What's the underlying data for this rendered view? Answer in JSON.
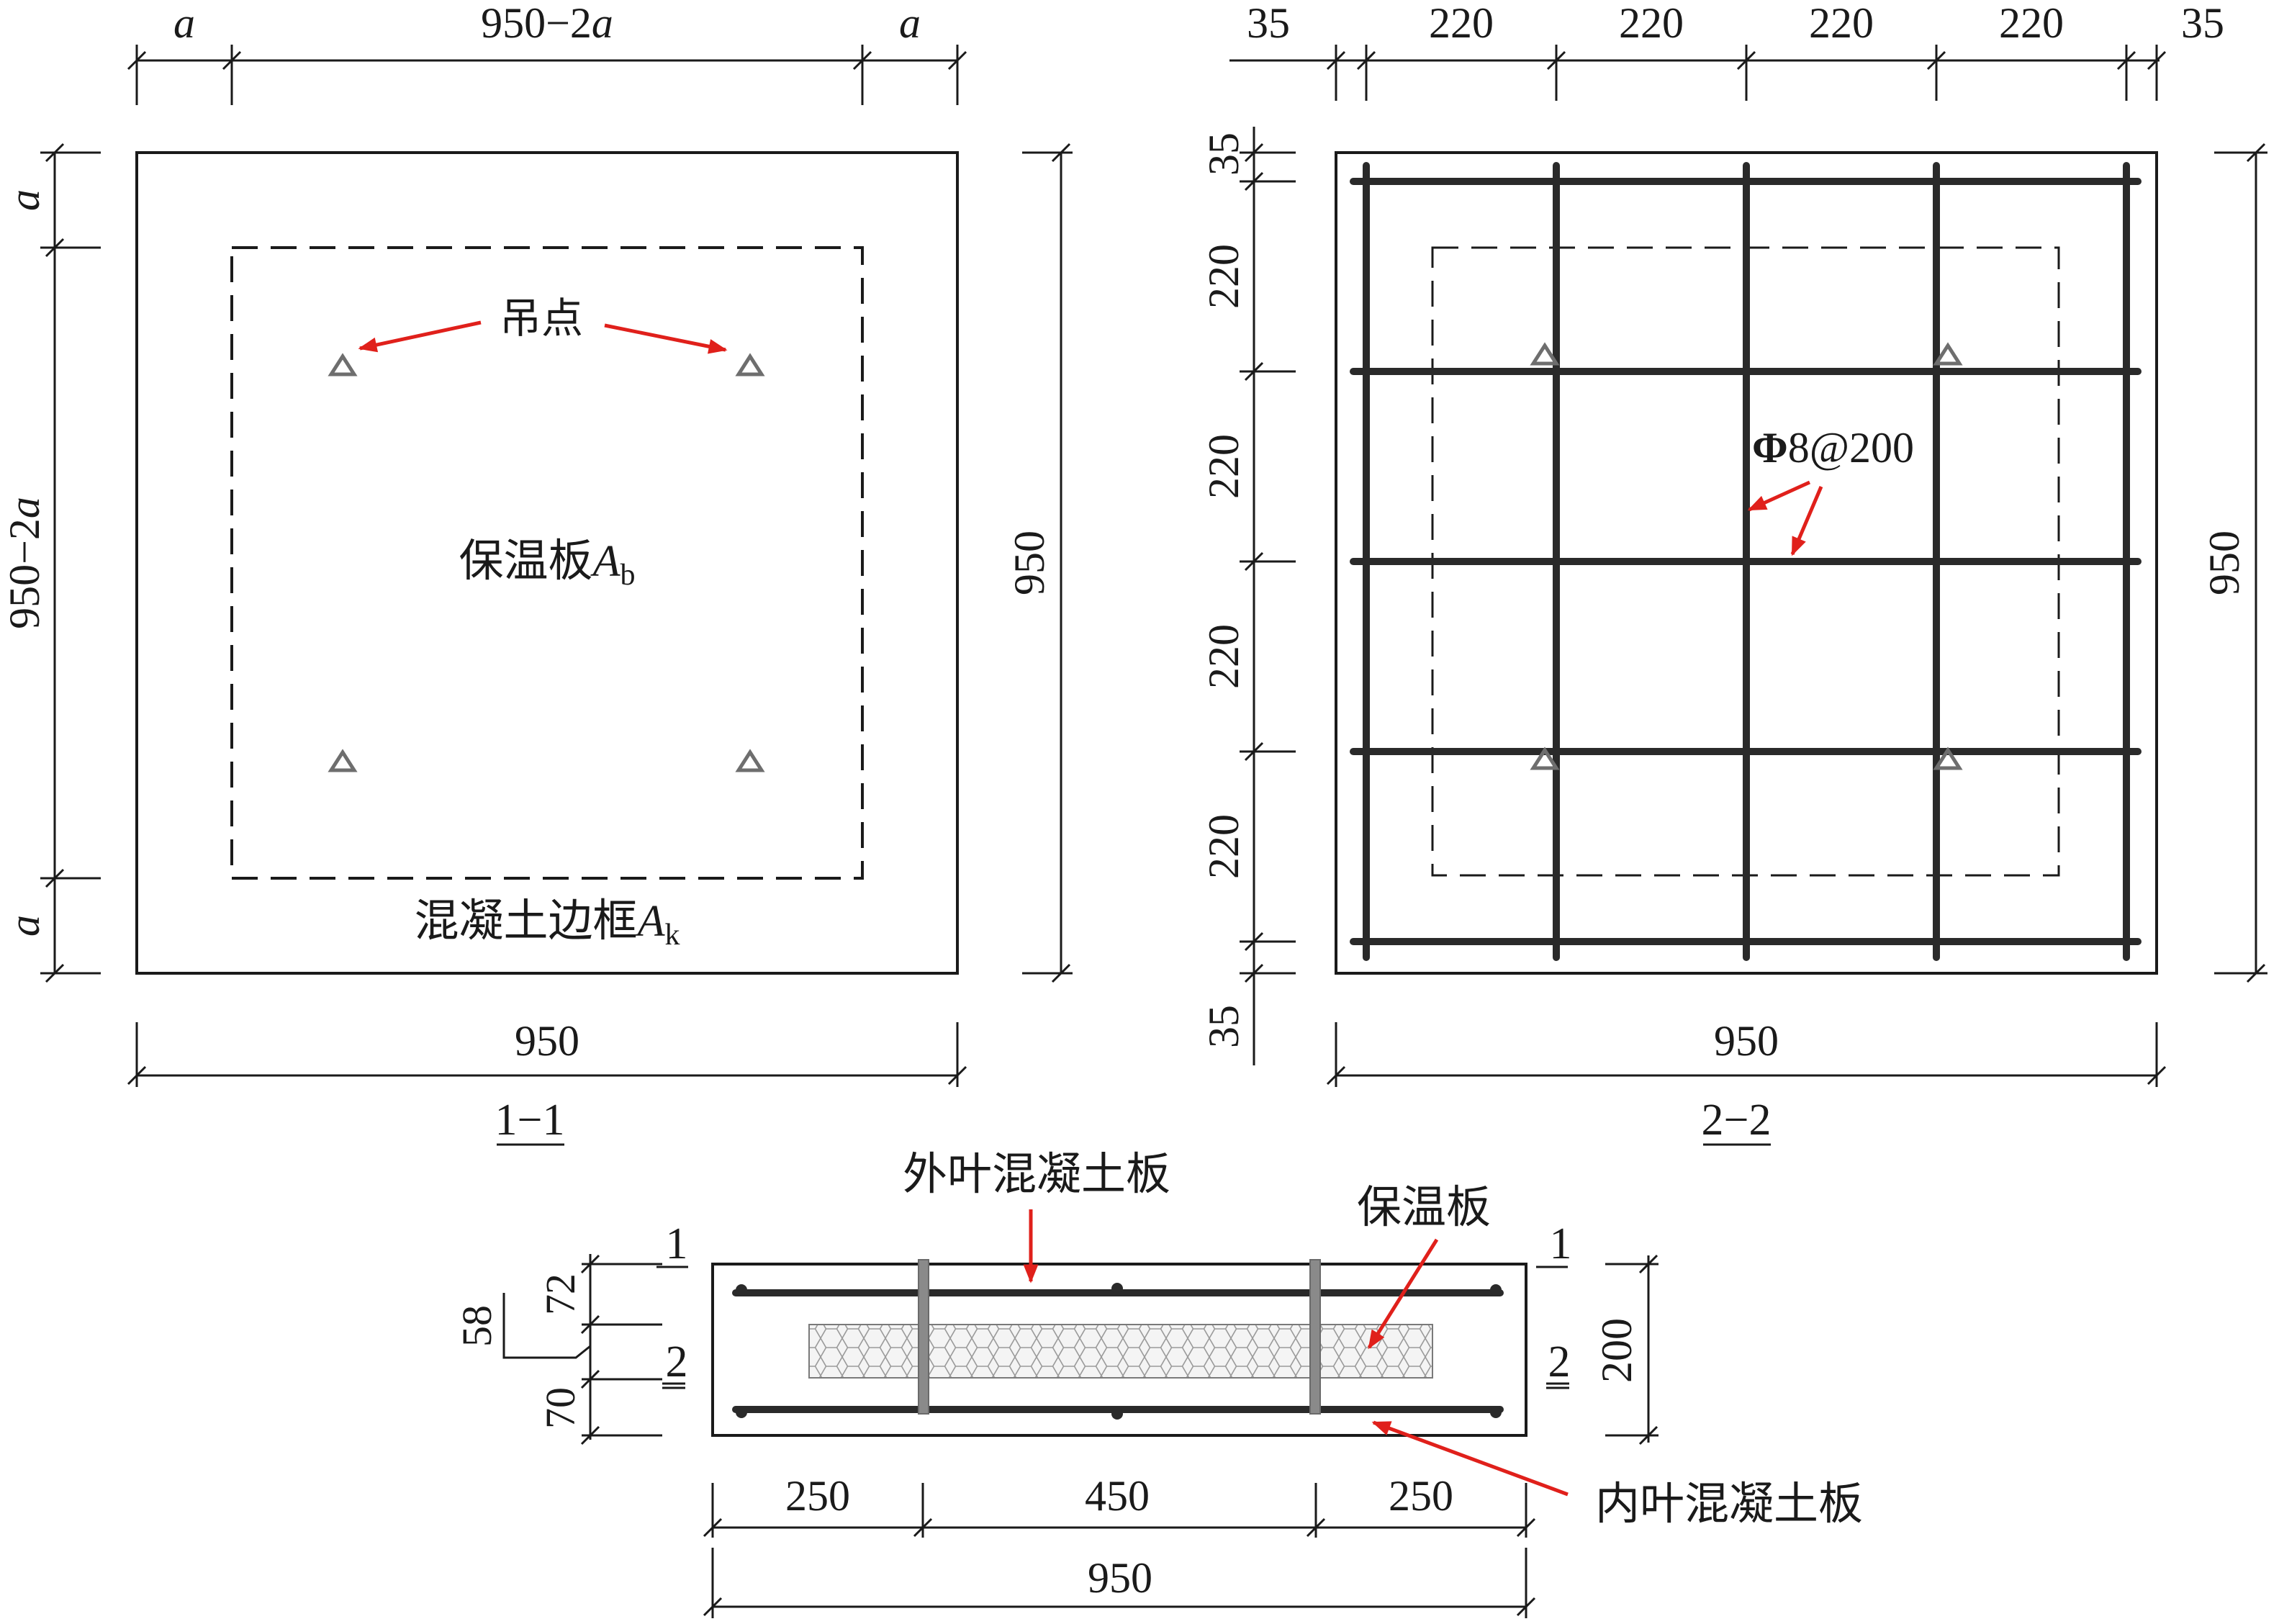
{
  "view_1_1": {
    "caption": "1−1",
    "dim_top_left": "a",
    "dim_top_mid": "950−2",
    "dim_top_mid_var": "a",
    "dim_top_right": "a",
    "dim_left_top": "a",
    "dim_left_mid": "950−2",
    "dim_left_mid_var": "a",
    "dim_left_bottom": "a",
    "dim_right": "950",
    "dim_bottom": "950",
    "lifting_point_label": "吊点",
    "insulation_label": "保温板",
    "insulation_var": "A",
    "insulation_sub": "b",
    "frame_label": "混凝土边框",
    "frame_var": "A",
    "frame_sub": "k"
  },
  "view_2_2": {
    "caption": "2−2",
    "dims_top": [
      "35",
      "220",
      "220",
      "220",
      "220",
      "35"
    ],
    "dims_left": [
      "35",
      "220",
      "220",
      "220",
      "220",
      "35"
    ],
    "dim_right": "950",
    "dim_bottom": "950",
    "rebar_symbol": "Φ",
    "rebar_spec": "8@200"
  },
  "section": {
    "outer_panel_label": "外叶混凝土板",
    "insulation_label": "保温板",
    "inner_panel_label": "内叶混凝土板",
    "cut_1_left": "1",
    "cut_1_right": "1",
    "cut_2_left": "2",
    "cut_2_right": "2",
    "dim_72": "72",
    "dim_58": "58",
    "dim_70": "70",
    "dim_200": "200",
    "dims_bottom": [
      "250",
      "450",
      "250"
    ],
    "dim_total": "950"
  },
  "colors": {
    "line": "#1a1a1a",
    "arrow": "#e0201b",
    "lifting_point": "#6e6e6e",
    "connector": "#8a8a8a",
    "insulation_fill": "#f4f4f4"
  }
}
